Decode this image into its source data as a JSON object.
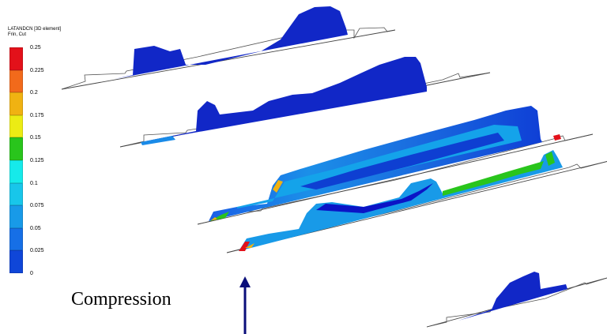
{
  "legend": {
    "title": "LATANDCN [3D element]",
    "subtitle": "Frin, Cut",
    "ticks": [
      "0.25",
      "0.225",
      "0.2",
      "0.175",
      "0.15",
      "0.125",
      "0.1",
      "0.075",
      "0.05",
      "0.025",
      "0"
    ],
    "colors": [
      "#e3111a",
      "#f26a1b",
      "#f0b212",
      "#ecec14",
      "#29c51c",
      "#16eaea",
      "#18c6ea",
      "#189ae8",
      "#166fe6",
      "#0f46d8",
      "#0b14c6"
    ]
  },
  "caption": "Compression",
  "arrow_color": "#0a0e7a"
}
